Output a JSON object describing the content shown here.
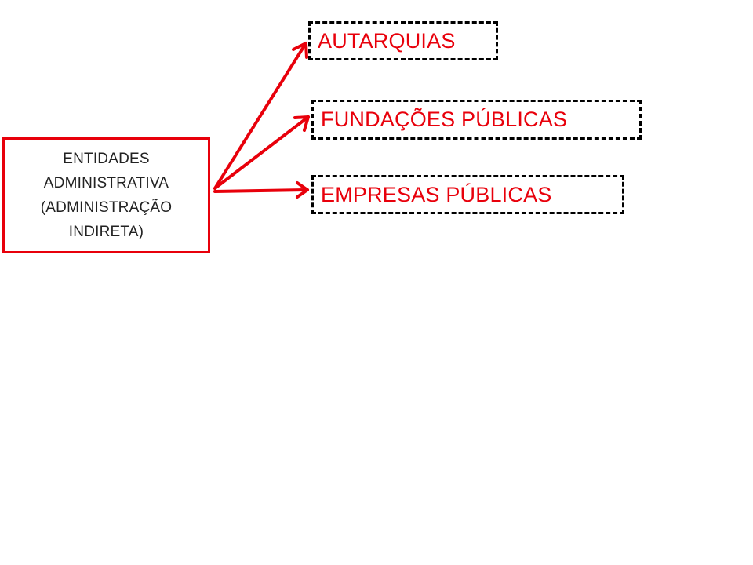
{
  "source": {
    "lines": [
      "ENTIDADES",
      "ADMINISTRATIVA",
      "(ADMINISTRAÇÃO",
      "INDIRETA)"
    ]
  },
  "targets": [
    {
      "label": "AUTARQUIAS"
    },
    {
      "label": "FUNDAÇÕES PÚBLICAS"
    },
    {
      "label": "EMPRESAS PÚBLICAS"
    }
  ],
  "colors": {
    "accent": "#e8000b",
    "border_dashed": "#000000",
    "text_dark": "#222222",
    "background": "#ffffff"
  }
}
